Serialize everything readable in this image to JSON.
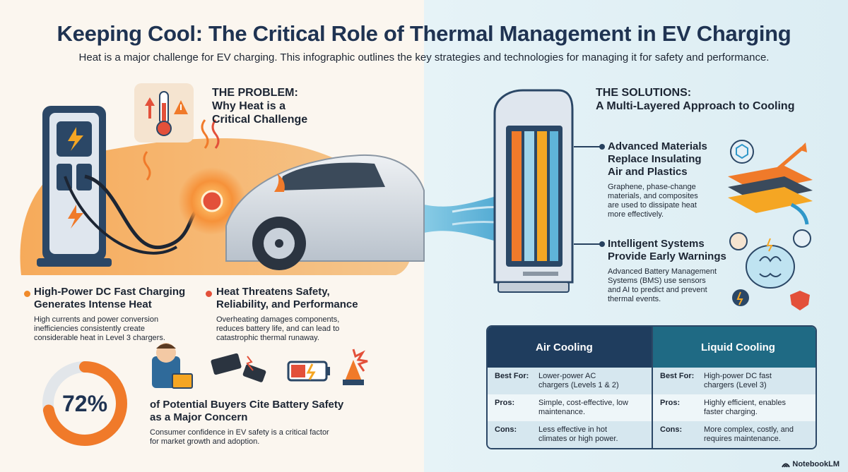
{
  "title": "Keeping Cool: The Critical Role of Thermal Management in EV Charging",
  "subtitle": "Heat is a major challenge for EV charging. This infographic outlines the key strategies and technologies for managing it for safety and performance.",
  "problem": {
    "heading_line1": "THE PROBLEM:",
    "heading_line2": "Why Heat is a",
    "heading_line3": "Critical Challenge",
    "points": [
      {
        "title_line1": "High-Power DC Fast Charging",
        "title_line2": "Generates Intense Heat",
        "body_lines": [
          "High currents and power conversion",
          "inefficiencies consistently create",
          "considerable heat in Level 3 chargers."
        ]
      },
      {
        "title_line1": "Heat Threatens Safety,",
        "title_line2": "Reliability, and Performance",
        "body_lines": [
          "Overheating damages components,",
          "reduces battery life, and can lead to",
          "catastrophic thermal runaway."
        ]
      }
    ],
    "stat": {
      "value": "72%",
      "fraction": 0.72,
      "title_line1": "of Potential Buyers Cite Battery Safety",
      "title_line2": "as a Major Concern",
      "body_lines": [
        "Consumer confidence in EV safety is a critical factor",
        "for market growth and adoption."
      ]
    }
  },
  "solutions": {
    "heading_line1": "THE SOLUTIONS:",
    "heading_line2": "A Multi-Layered Approach to Cooling",
    "items": [
      {
        "title_lines": [
          "Advanced Materials",
          "Replace Insulating",
          "Air and Plastics"
        ],
        "body_lines": [
          "Graphene, phase-change",
          "materials, and composites",
          "are used to dissipate heat",
          "more effectively."
        ]
      },
      {
        "title_lines": [
          "Intelligent Systems",
          "Provide Early Warnings"
        ],
        "body_lines": [
          "Advanced Battery Management",
          "Systems (BMS) use sensors",
          "and AI to predict and prevent",
          "thermal events."
        ]
      }
    ]
  },
  "comparison": {
    "air": {
      "label": "Air Cooling",
      "best_for_key": "Best For:",
      "best_for": [
        "Lower-power AC",
        "chargers (Levels 1 & 2)"
      ],
      "pros_key": "Pros:",
      "pros": [
        "Simple, cost-effective, low",
        "maintenance."
      ],
      "cons_key": "Cons:",
      "cons": [
        "Less effective in hot",
        "climates or high power."
      ]
    },
    "liquid": {
      "label": "Liquid Cooling",
      "best_for_key": "Best For:",
      "best_for": [
        "High-power DC fast",
        "chargers (Level 3)"
      ],
      "pros_key": "Pros:",
      "pros": [
        "Highly efficient, enables",
        "faster charging."
      ],
      "cons_key": "Cons:",
      "cons": [
        "More complex, costly, and",
        "requires maintenance."
      ]
    }
  },
  "brand": "NotebookLM",
  "colors": {
    "navy": "#1f3352",
    "heat_orange": "#f07a2a",
    "heat_red": "#e3503a",
    "cool_blue": "#3ea7d6",
    "air_header": "#1f3d5e",
    "liquid_header": "#1f6a84"
  }
}
